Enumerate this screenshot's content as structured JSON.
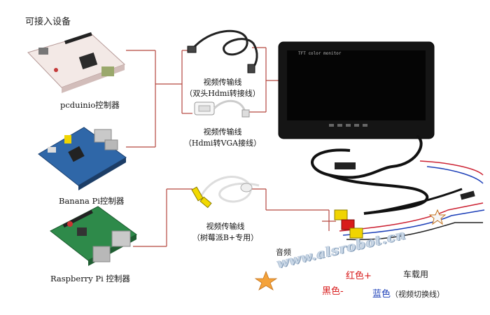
{
  "title": "可接入设备",
  "devices": [
    {
      "label": "pcduinio控制器"
    },
    {
      "label": "Banana Pi控制器"
    },
    {
      "label": "Raspberry Pi 控制器"
    }
  ],
  "cables": [
    {
      "name": "视频传输线",
      "detail": "（双头Hdmi转接线）"
    },
    {
      "name": "视频传输线",
      "detail": "（Hdmi转VGA接线）"
    },
    {
      "name": "视频传输线",
      "detail": "（树莓派B+专用）"
    }
  ],
  "monitor": {
    "brand": "TFT color monitor"
  },
  "wires": {
    "audio": "音频",
    "red": "红色+",
    "black": "黑色-",
    "car": "车载用",
    "blue": "蓝色",
    "blue_note": "（视频切换线）"
  },
  "watermark": "www.alsrobot.cn"
}
